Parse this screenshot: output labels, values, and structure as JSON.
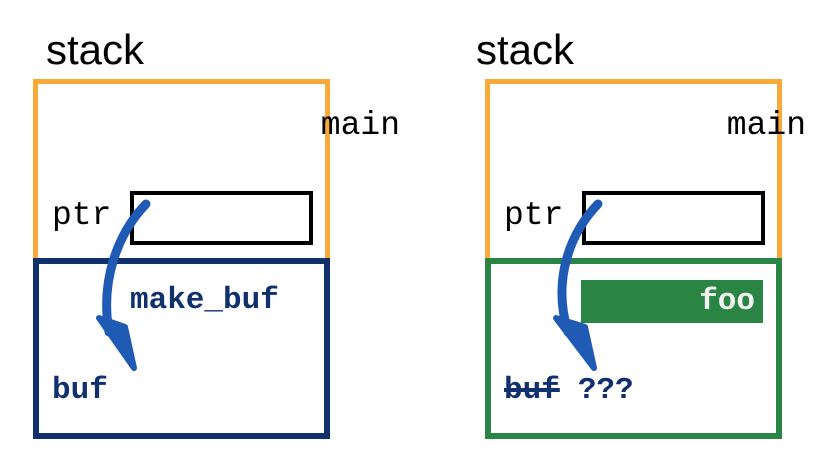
{
  "diagram": {
    "title_text": "stack",
    "colors": {
      "main_frame_border": "#f9a938",
      "callee_frame_border_left": "#10306e",
      "callee_frame_border_right": "#2a8545",
      "pointer_box_border": "#000000",
      "arrow": "#1f5bb5",
      "foo_fill": "#2a8545",
      "foo_text": "#f2f2f2",
      "label_navy": "#10306e",
      "background": "#ffffff"
    }
  },
  "panels": [
    {
      "id": "left",
      "stack_label": "stack",
      "main_frame": {
        "name": "main",
        "variable_label": "ptr",
        "pointer_value": ""
      },
      "callee_frame": {
        "name": "make_buf",
        "variable_label": "buf",
        "variable_struck": false,
        "extra_label": "",
        "filled_box_label": ""
      }
    },
    {
      "id": "right",
      "stack_label": "stack",
      "main_frame": {
        "name": "main",
        "variable_label": "ptr",
        "pointer_value": ""
      },
      "callee_frame": {
        "name": "",
        "variable_label": "buf",
        "variable_struck": true,
        "extra_label": "???",
        "filled_box_label": "foo"
      }
    }
  ]
}
